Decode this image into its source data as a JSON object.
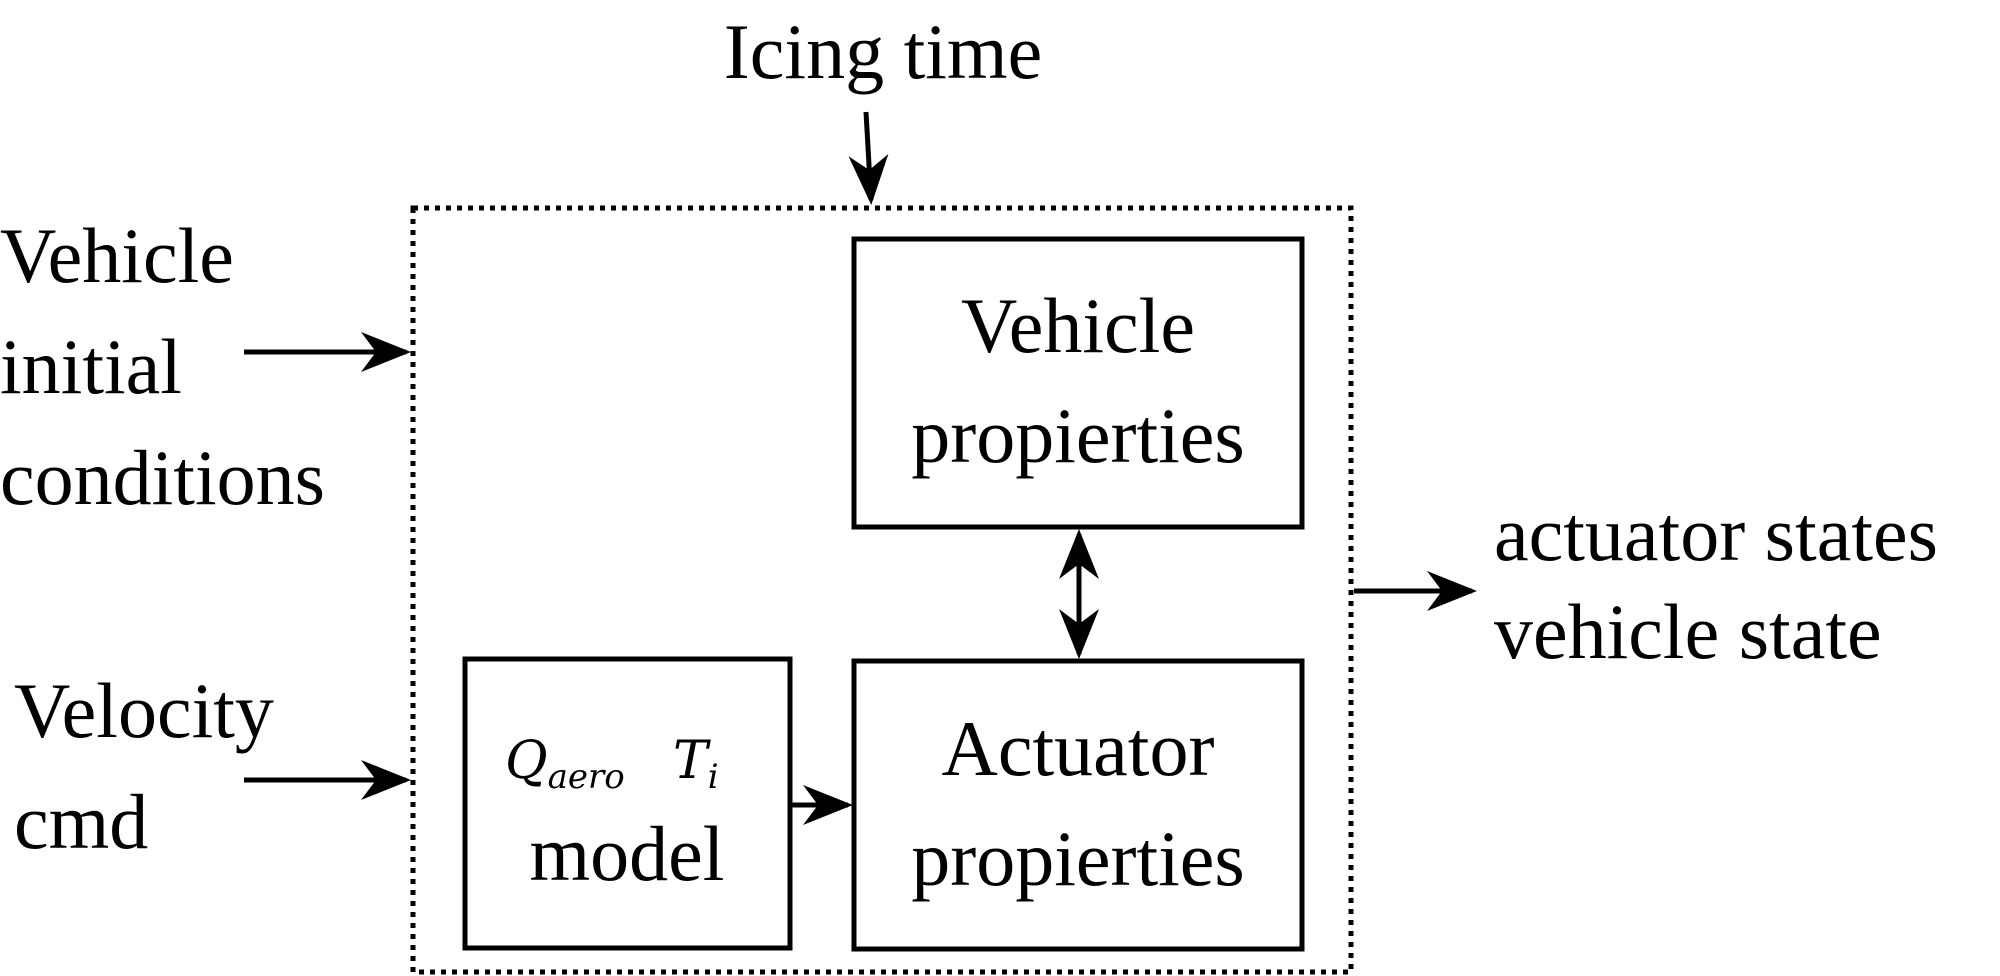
{
  "inputs": {
    "icing_time": "Icing time",
    "vehicle_initial_conditions": [
      "Vehicle",
      "initial",
      "conditions"
    ],
    "velocity_cmd": [
      "Velocity",
      "cmd"
    ]
  },
  "blocks": {
    "vehicle_properties": [
      "Vehicle",
      "propierties"
    ],
    "actuator_properties": [
      "Actuator",
      "propierties"
    ],
    "heat_model": {
      "q_symbol": "Q",
      "q_subscript": "aero",
      "t_symbol": "T",
      "t_subscript": "i",
      "label": "model"
    }
  },
  "outputs": [
    "actuator states",
    "vehicle state"
  ]
}
